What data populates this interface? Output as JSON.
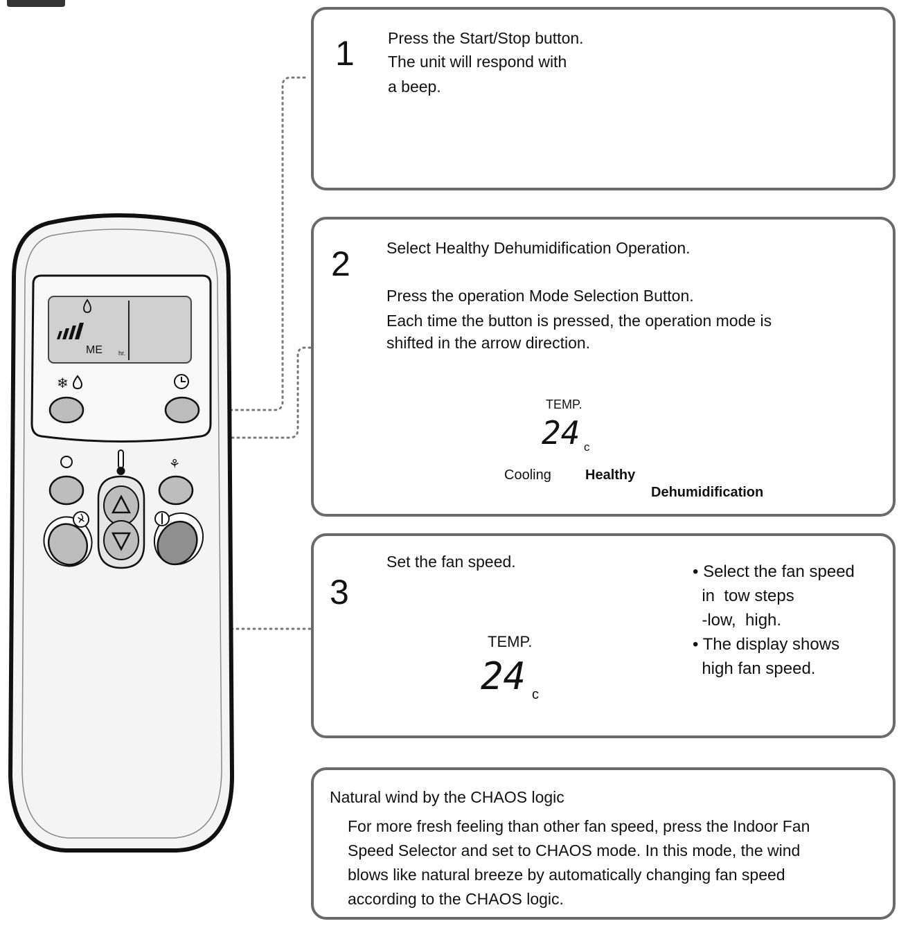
{
  "step1": {
    "number": "1",
    "lines": [
      "Press the Start/Stop button.",
      "The unit will respond with",
      "a beep."
    ]
  },
  "step2": {
    "number": "2",
    "title": "Select Healthy Dehumidification Operation.",
    "lines": [
      "Press the operation Mode Selection Button.",
      "Each time the button is pressed, the operation mode is",
      "shifted in the arrow direction."
    ],
    "display_cooling": {
      "temp_label": "TEMP.",
      "temp_value": "24",
      "unit": "c"
    },
    "label_cooling": "Cooling",
    "label_healthy": "Healthy",
    "label_dehumidification": "Dehumidification"
  },
  "step3": {
    "number": "3",
    "title": "Set the fan speed.",
    "display": {
      "temp_label": "TEMP.",
      "temp_value": "24",
      "unit": "c"
    },
    "bullets": [
      "• Select the fan speed",
      "  in  tow steps",
      "  -low,  high.",
      "• The display shows",
      "  high fan speed."
    ]
  },
  "note": {
    "title": "Natural wind by the CHAOS logic",
    "lines": [
      "For more fresh feeling than other fan speed, press the Indoor Fan",
      "Speed Selector and set to CHAOS mode. In this mode, the wind",
      "blows like natural breeze by automatically changing fan speed",
      "according to the CHAOS logic."
    ]
  },
  "remote": {
    "display_mode": "ME",
    "display_hr": "hr."
  },
  "colors": {
    "border": "#6a6a6a",
    "button_gray": "#9a9a9a",
    "lcd_gray": "#cfcfcf"
  }
}
